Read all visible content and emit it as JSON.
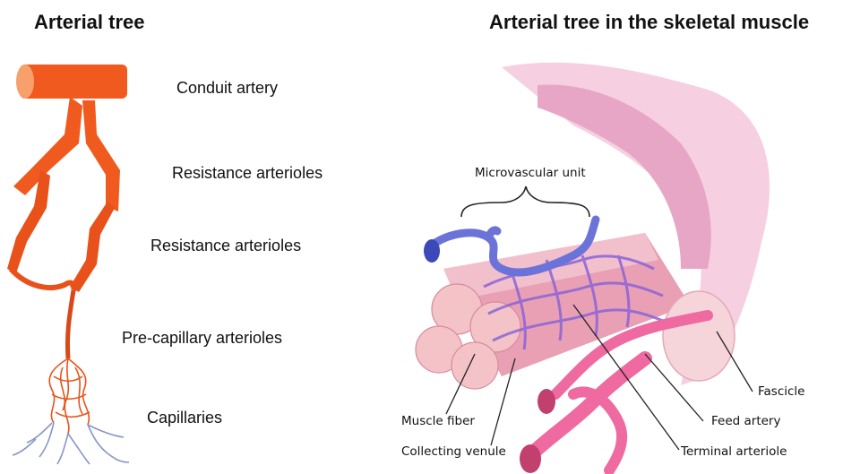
{
  "left_panel": {
    "title": "Arterial tree",
    "levels": [
      "Conduit artery",
      "Resistance arterioles",
      "Resistance arterioles",
      "Pre-capillary arterioles",
      "Capillaries"
    ]
  },
  "right_panel": {
    "title": "Arterial tree in the skeletal muscle",
    "labels": {
      "microvascular_unit": "Microvascular unit",
      "muscle_fiber": "Muscle fiber",
      "collecting_venule": "Collecting venule",
      "fascicle": "Fascicle",
      "feed_artery": "Feed artery",
      "terminal_arteriole": "Terminal arteriole"
    }
  },
  "colors": {
    "artery": "#f05a1e",
    "capillary_vein": "#8a95c8",
    "muscle": "#f0b4c6",
    "vessel_pink": "#ee6aa0",
    "venule_blue": "#6b73d9"
  }
}
